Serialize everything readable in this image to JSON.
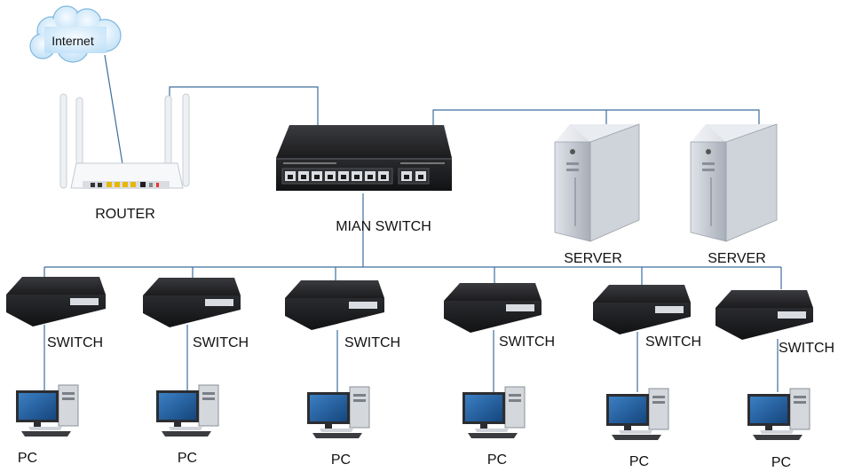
{
  "cloud": {
    "label": "Internet"
  },
  "router": {
    "label": "ROUTER"
  },
  "main_switch": {
    "label": "MIAN SWITCH"
  },
  "servers": [
    {
      "label": "SERVER"
    },
    {
      "label": "SERVER"
    }
  ],
  "switches": [
    {
      "label": "SWITCH"
    },
    {
      "label": "SWITCH"
    },
    {
      "label": "SWITCH"
    },
    {
      "label": "SWITCH"
    },
    {
      "label": "SWITCH"
    },
    {
      "label": "SWITCH"
    }
  ],
  "pcs": [
    {
      "label": "PC"
    },
    {
      "label": "PC"
    },
    {
      "label": "PC"
    },
    {
      "label": "PC"
    },
    {
      "label": "PC"
    },
    {
      "label": "PC"
    }
  ],
  "colors": {
    "link": "#3d6e9e",
    "device_dark": "#1c1c1e",
    "server_body": "#c8ccd3"
  }
}
